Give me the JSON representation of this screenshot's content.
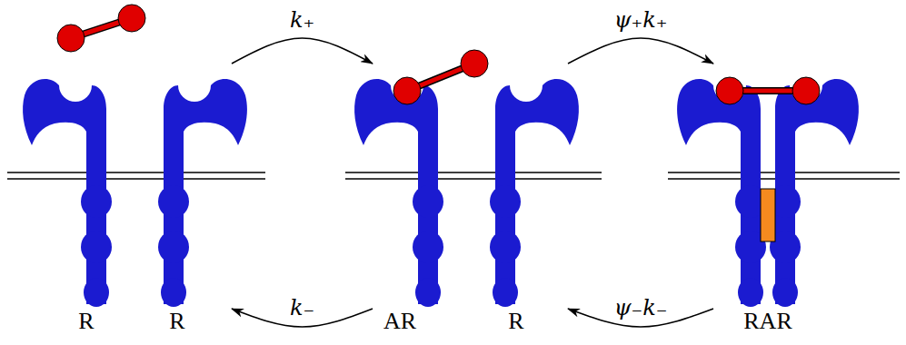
{
  "diagram": {
    "nodes": [
      {
        "text": [
          "R",
          "R"
        ]
      },
      {
        "text": [
          "AR",
          "R"
        ]
      },
      {
        "text": [
          "RAR"
        ]
      }
    ],
    "edges": [
      {
        "from": 0,
        "to": 1,
        "label": "k₊",
        "arrow": "to"
      },
      {
        "from": 1,
        "to": 2,
        "label": "ψ₊k₊",
        "arrow": "to"
      },
      {
        "from": 1,
        "to": 0,
        "label": "k₋",
        "arrow": "to"
      },
      {
        "from": 2,
        "to": 1,
        "label": "ψ₋k₋",
        "arrow": "to"
      }
    ]
  }
}
